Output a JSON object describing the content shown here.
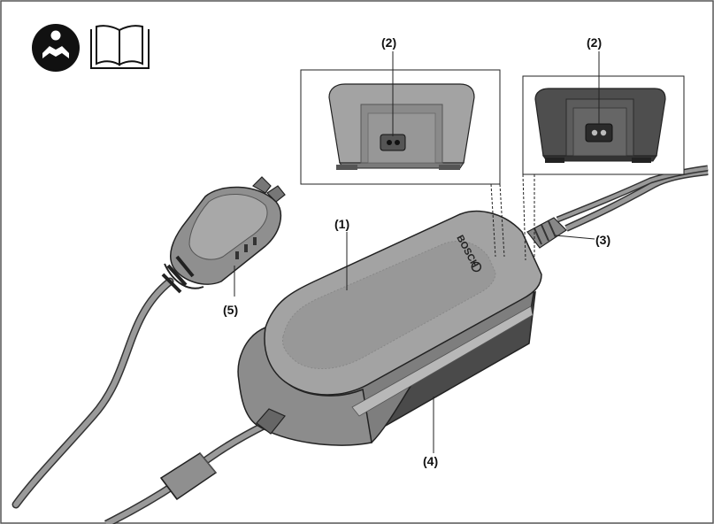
{
  "callouts": {
    "housing": "(1)",
    "socket_detail_left": "(2)",
    "socket_detail_right": "(2)",
    "cable_plug": "(3)",
    "underside": "(4)",
    "charger_plug": "(5)"
  },
  "brand_mark": "BOSCH",
  "icons": [
    "read-instructions-icon",
    "manual-book-icon"
  ],
  "colors": {
    "housing_light": "#a3a3a3",
    "housing_mid": "#8a8a8a",
    "housing_dark": "#4a4a4a",
    "cable": "#8f8f8f",
    "outline": "#222222"
  }
}
